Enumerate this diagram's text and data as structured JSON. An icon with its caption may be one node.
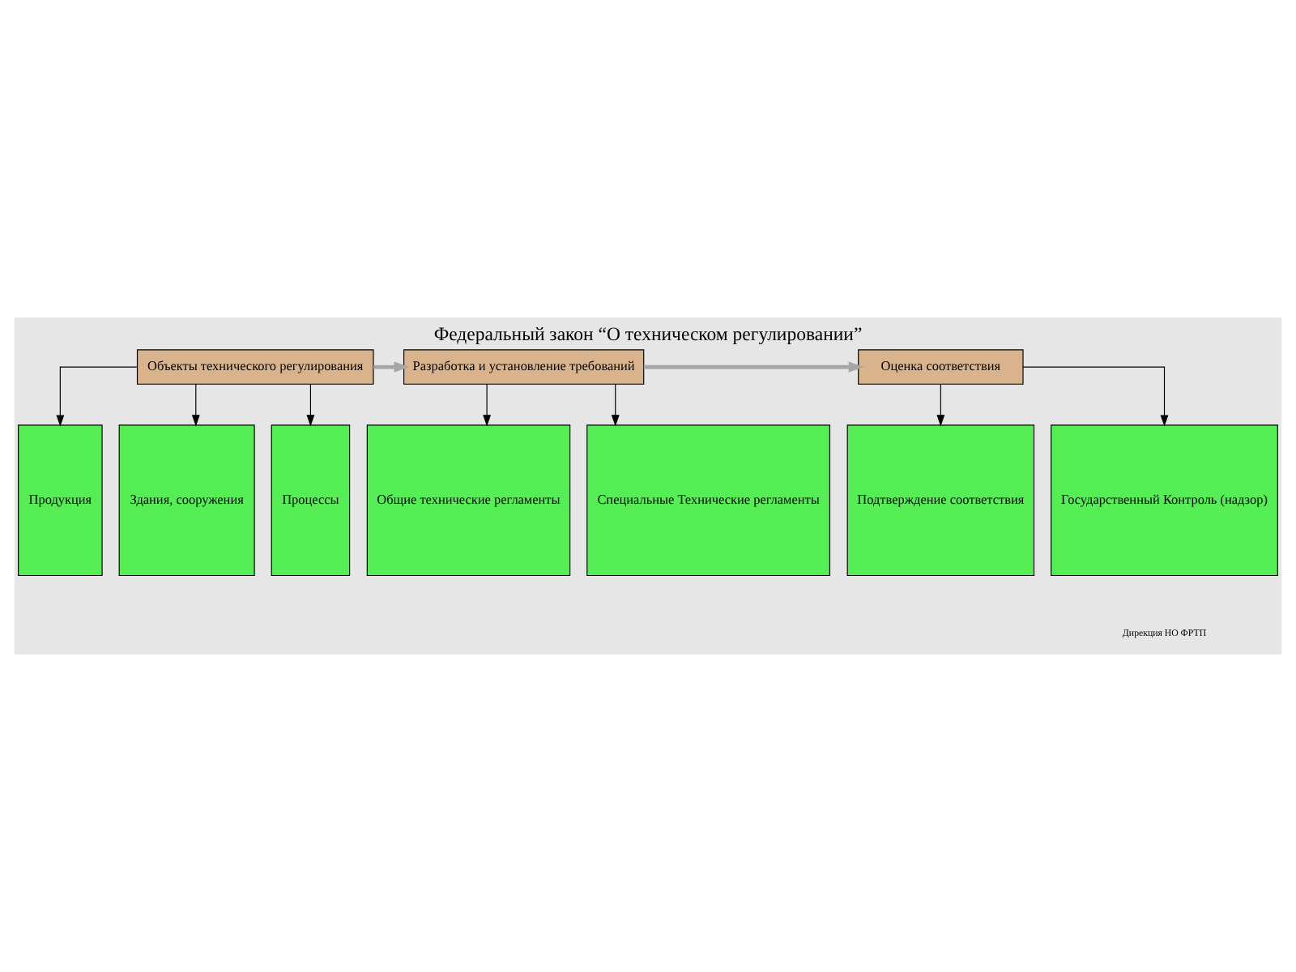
{
  "diagram": {
    "title": "Федеральный закон “О техническом регулировании”",
    "nodes": [
      {
        "text": [
          "Объекты технического регулирования"
        ]
      },
      {
        "text": [
          "Разработка и установление требований"
        ]
      },
      {
        "text": [
          "Оценка соответствия"
        ]
      },
      {
        "text": [
          "Продукция"
        ]
      },
      {
        "text": [
          "Здания, сооружения"
        ]
      },
      {
        "text": [
          "Процессы"
        ]
      },
      {
        "text": [
          "Общие технические регламенты"
        ]
      },
      {
        "text": [
          "Специальные Технические регламенты"
        ]
      },
      {
        "text": [
          "Подтверждение соответствия"
        ]
      },
      {
        "text": [
          "Государственный Контроль (надзор)"
        ]
      }
    ],
    "edges": [
      {
        "from": 0,
        "to": 1,
        "arrow": "to",
        "style": "thick",
        "color": "#a6a6a6"
      },
      {
        "from": 1,
        "to": 2,
        "arrow": "to",
        "style": "thick",
        "color": "#a6a6a6"
      },
      {
        "from": 0,
        "to": 3,
        "arrow": "to"
      },
      {
        "from": 0,
        "to": 4,
        "arrow": "to"
      },
      {
        "from": 0,
        "to": 5,
        "arrow": "to"
      },
      {
        "from": 1,
        "to": 6,
        "arrow": "to"
      },
      {
        "from": 1,
        "to": 7,
        "arrow": "to"
      },
      {
        "from": 2,
        "to": 8,
        "arrow": "to"
      },
      {
        "from": 2,
        "to": 9,
        "arrow": "to"
      }
    ],
    "labels": [
      "Дирекция НО ФРТП"
    ]
  }
}
